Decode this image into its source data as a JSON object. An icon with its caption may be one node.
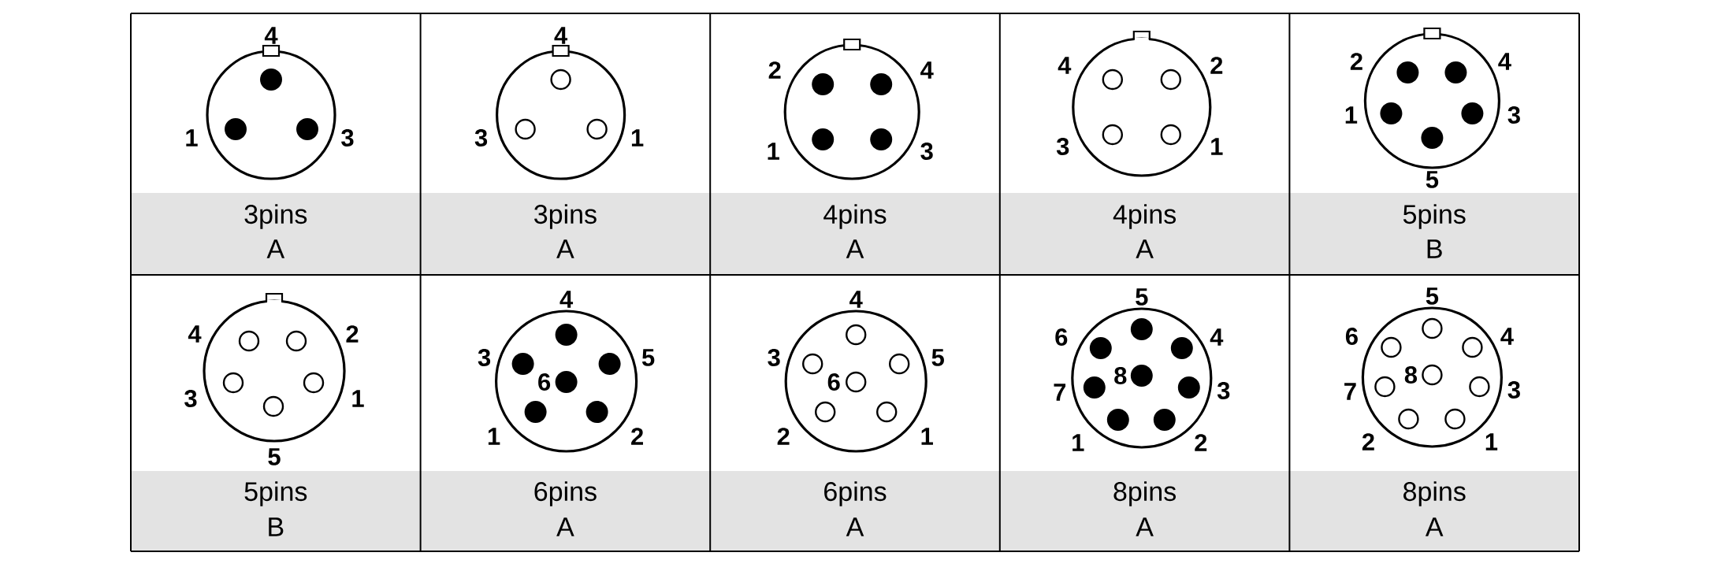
{
  "diagram": {
    "labels": [
      "4",
      "1",
      "3",
      "3pins",
      "A",
      "4",
      "3",
      "1",
      "3pins",
      "A",
      "2",
      "4",
      "1",
      "3",
      "4pins",
      "A",
      "4",
      "2",
      "3",
      "1",
      "4pins",
      "A",
      "2",
      "4",
      "1",
      "3",
      "5",
      "5pins",
      "B",
      "4",
      "2",
      "3",
      "1",
      "5",
      "5pins",
      "B",
      "4",
      "3",
      "5",
      "6",
      "1",
      "2",
      "6pins",
      "A",
      "4",
      "3",
      "5",
      "6",
      "2",
      "1",
      "6pins",
      "A",
      "5",
      "6",
      "4",
      "8",
      "7",
      "3",
      "1",
      "2",
      "8pins",
      "A",
      "5",
      "6",
      "4",
      "8",
      "7",
      "3",
      "2",
      "1",
      "8pins",
      "A"
    ]
  }
}
